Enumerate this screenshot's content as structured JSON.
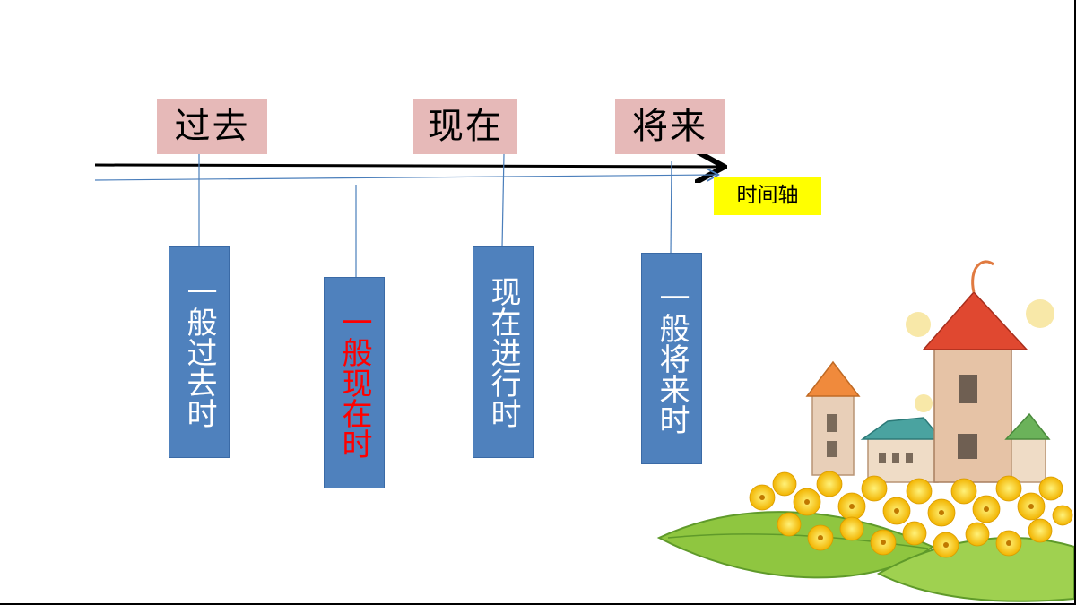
{
  "timeline": {
    "axis_label": "时间轴",
    "points": [
      {
        "label": "过去"
      },
      {
        "label": "现在"
      },
      {
        "label": "将来"
      }
    ]
  },
  "tenses": [
    {
      "label": "一般过去时",
      "color": "#ffffff"
    },
    {
      "label": "一般现在时",
      "color": "#ff0000"
    },
    {
      "label": "现在进行时",
      "color": "#ffffff"
    },
    {
      "label": "一般将来时",
      "color": "#ffffff"
    }
  ],
  "colors": {
    "label_bg": "#e6b9b8",
    "box_bg": "#4f81bd",
    "axis_tag_bg": "#ffff00",
    "highlight_text": "#ff0000"
  },
  "decoration": {
    "illustration": "cartoon-houses-with-yellow-flowers"
  }
}
